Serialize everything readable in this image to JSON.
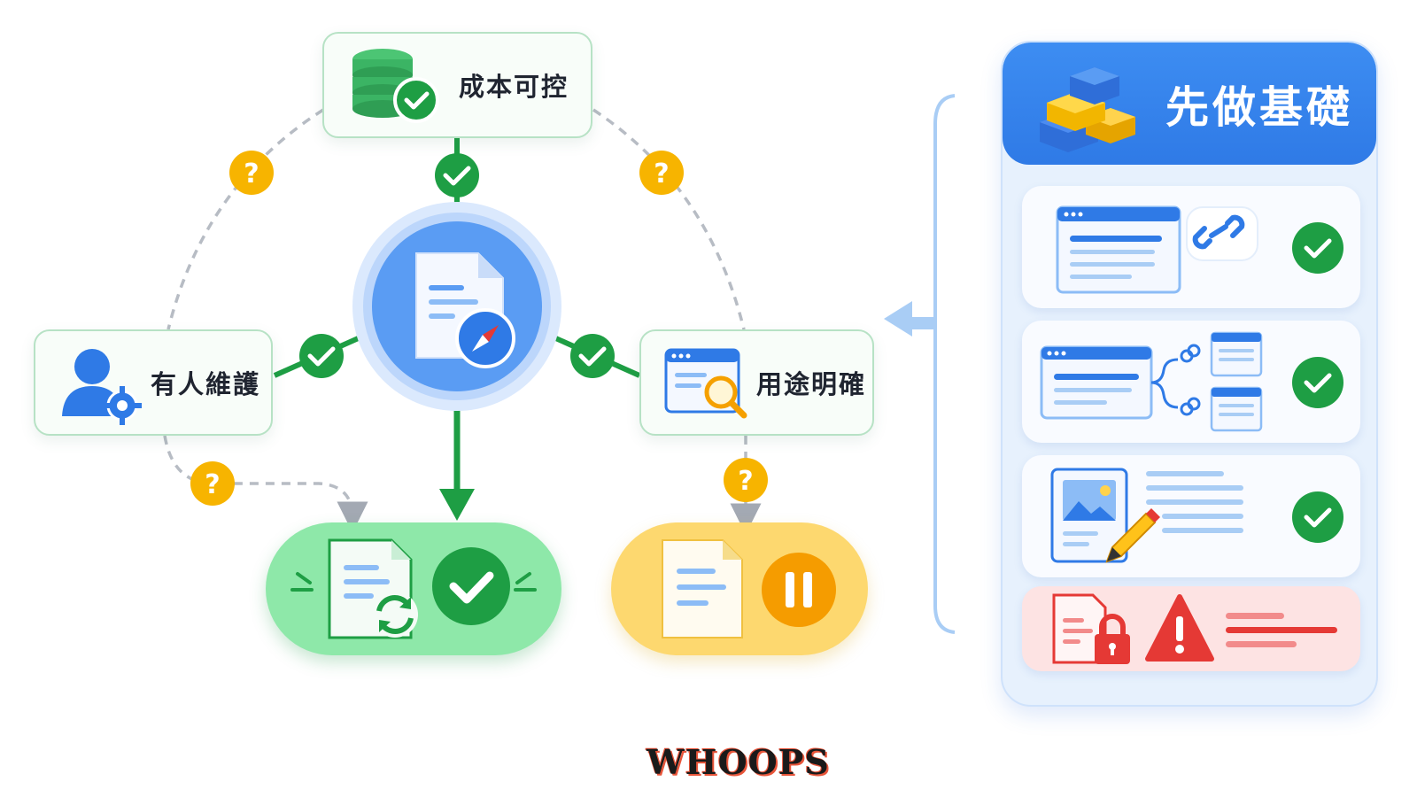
{
  "nodes": {
    "top": {
      "label": "成本可控",
      "icon": "database-check-icon"
    },
    "left": {
      "label": "有人維護",
      "icon": "user-gear-icon"
    },
    "right": {
      "label": "用途明確",
      "icon": "browser-search-icon"
    },
    "center": {
      "icon": "document-compass-icon"
    }
  },
  "outcomes": {
    "success": {
      "icon": "document-refresh-check-icon",
      "color": "#8ee8a9"
    },
    "paused": {
      "icon": "document-pause-icon",
      "color": "#fdd86f"
    }
  },
  "badges": {
    "check": {
      "icon": "check-badge-icon",
      "color": "#1e9e44"
    },
    "question": {
      "label": "?",
      "icon": "question-badge-icon",
      "color": "#f7b400"
    }
  },
  "panel": {
    "title": "先做基礎",
    "icon": "building-blocks-icon",
    "header_color": "#3d8df2",
    "cards": [
      {
        "icon": "webpage-link-icon",
        "status_icon": "check-circle-icon"
      },
      {
        "icon": "webpage-branch-links-icon",
        "status_icon": "check-circle-icon"
      },
      {
        "icon": "image-document-edit-icon",
        "status_icon": "check-circle-icon"
      },
      {
        "icon": "locked-document-warning-icon",
        "status_icon": "warning-icon",
        "color": "#fde3e3"
      }
    ]
  },
  "watermark": "WHOOPS",
  "colors": {
    "green": "#1e9e44",
    "blue": "#2f7ae6",
    "yellow": "#f7b400",
    "red": "#e53935"
  }
}
